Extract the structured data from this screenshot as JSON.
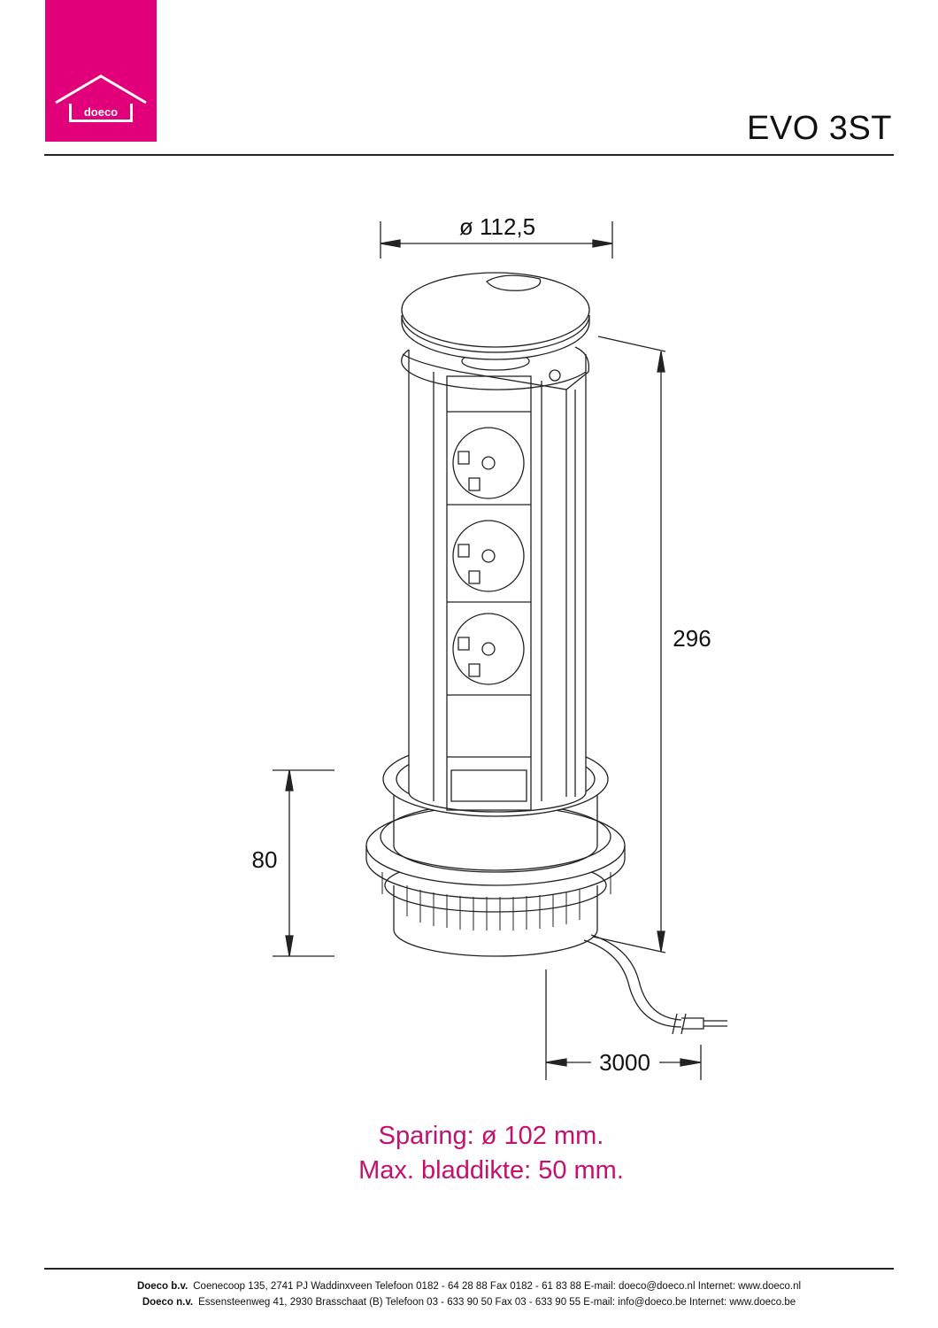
{
  "header": {
    "brand": "doeco",
    "product_title": "EVO 3ST"
  },
  "dimensions": {
    "diameter": "ø 112,5",
    "height": "296",
    "built_in_depth": "80",
    "cable_length": "3000"
  },
  "specs": {
    "cutout": "Sparing: ø 102 mm.",
    "max_thickness": "Max. bladdikte: 50 mm."
  },
  "footer": {
    "lines": [
      {
        "company": "Doeco b.v.",
        "details": "Coenecoop 135,   2741 PJ Waddinxveen   Telefoon 0182 - 64 28 88   Fax 0182 - 61 83 88   E-mail: doeco@doeco.nl   Internet: www.doeco.nl"
      },
      {
        "company": "Doeco n.v.",
        "details": "Essensteenweg 41, 2930  Brasschaat (B)   Telefoon 03 - 633 90 50   Fax 03 - 633 90 55   E-mail: info@doeco.be   Internet: www.doeco.be"
      }
    ]
  },
  "colors": {
    "brand": "#e2007a",
    "spec_text": "#c4106f"
  }
}
